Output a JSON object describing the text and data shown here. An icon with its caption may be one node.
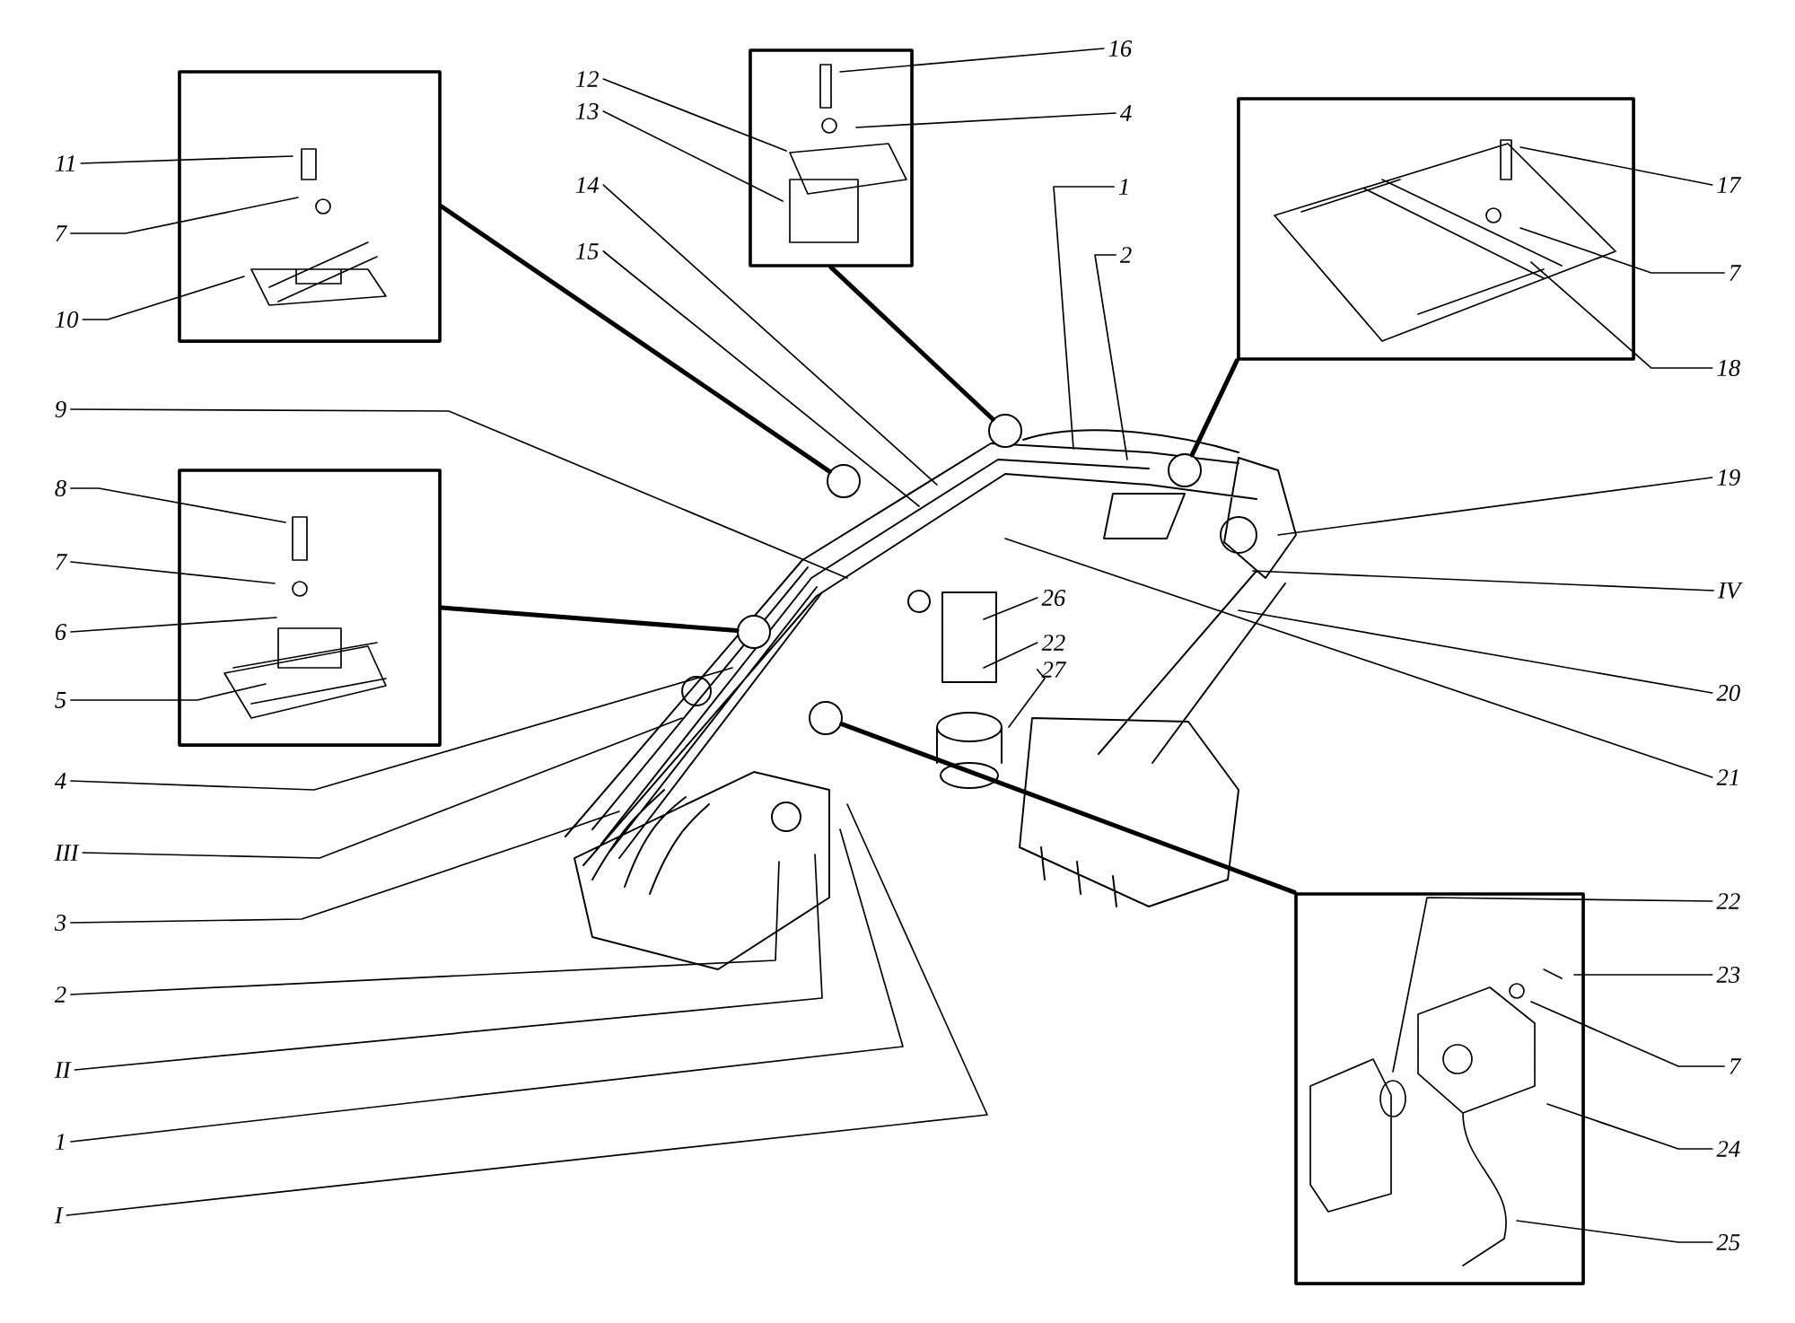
{
  "diagram": {
    "nodes": [
      {
        "text": [
          "11"
        ]
      },
      {
        "text": [
          "7"
        ]
      },
      {
        "text": [
          "10"
        ]
      },
      {
        "text": [
          "9"
        ]
      },
      {
        "text": [
          "8"
        ]
      },
      {
        "text": [
          "7"
        ]
      },
      {
        "text": [
          "6"
        ]
      },
      {
        "text": [
          "5"
        ]
      },
      {
        "text": [
          "4"
        ]
      },
      {
        "text": [
          "III"
        ]
      },
      {
        "text": [
          "3"
        ]
      },
      {
        "text": [
          "2"
        ]
      },
      {
        "text": [
          "II"
        ]
      },
      {
        "text": [
          "1"
        ]
      },
      {
        "text": [
          "I"
        ]
      },
      {
        "text": [
          "12"
        ]
      },
      {
        "text": [
          "13"
        ]
      },
      {
        "text": [
          "14"
        ]
      },
      {
        "text": [
          "15"
        ]
      },
      {
        "text": [
          "16"
        ]
      },
      {
        "text": [
          "4"
        ]
      },
      {
        "text": [
          "1"
        ]
      },
      {
        "text": [
          "2"
        ]
      },
      {
        "text": [
          "17"
        ]
      },
      {
        "text": [
          "7"
        ]
      },
      {
        "text": [
          "18"
        ]
      },
      {
        "text": [
          "19"
        ]
      },
      {
        "text": [
          "IV"
        ]
      },
      {
        "text": [
          "20"
        ]
      },
      {
        "text": [
          "21"
        ]
      },
      {
        "text": [
          "26"
        ]
      },
      {
        "text": [
          "22"
        ]
      },
      {
        "text": [
          "27"
        ]
      },
      {
        "text": [
          "22"
        ]
      },
      {
        "text": [
          "23"
        ]
      },
      {
        "text": [
          "7"
        ]
      },
      {
        "text": [
          "24"
        ]
      },
      {
        "text": [
          "25"
        ]
      },
      {
        "text": [],
        "shape": "box"
      },
      {
        "text": [],
        "shape": "box"
      },
      {
        "text": [],
        "shape": "box"
      },
      {
        "text": [],
        "shape": "box"
      },
      {
        "text": [],
        "shape": "box"
      },
      {
        "text": [],
        "shape": "circle"
      },
      {
        "text": [],
        "shape": "circle"
      },
      {
        "text": [],
        "shape": "circle"
      },
      {
        "text": [],
        "shape": "circle"
      },
      {
        "text": [],
        "shape": "circle"
      }
    ],
    "edges": [
      {
        "from": 0,
        "to": 38,
        "arrow": "none"
      },
      {
        "from": 1,
        "to": 38,
        "arrow": "none"
      },
      {
        "from": 2,
        "to": 38,
        "arrow": "none"
      },
      {
        "from": 3,
        "to": null,
        "arrow": "none"
      },
      {
        "from": 4,
        "to": 39,
        "arrow": "none"
      },
      {
        "from": 5,
        "to": 39,
        "arrow": "none"
      },
      {
        "from": 6,
        "to": 39,
        "arrow": "none"
      },
      {
        "from": 7,
        "to": 39,
        "arrow": "none"
      },
      {
        "from": 8,
        "to": null,
        "arrow": "none"
      },
      {
        "from": 9,
        "to": null,
        "arrow": "none"
      },
      {
        "from": 10,
        "to": null,
        "arrow": "none"
      },
      {
        "from": 11,
        "to": null,
        "arrow": "none"
      },
      {
        "from": 12,
        "to": null,
        "arrow": "none"
      },
      {
        "from": 13,
        "to": null,
        "arrow": "none"
      },
      {
        "from": 14,
        "to": null,
        "arrow": "none"
      },
      {
        "from": 15,
        "to": 40,
        "arrow": "none"
      },
      {
        "from": 16,
        "to": 40,
        "arrow": "none"
      },
      {
        "from": 17,
        "to": null,
        "arrow": "none"
      },
      {
        "from": 18,
        "to": null,
        "arrow": "none"
      },
      {
        "from": 19,
        "to": 40,
        "arrow": "none"
      },
      {
        "from": 20,
        "to": 40,
        "arrow": "none"
      },
      {
        "from": 21,
        "to": null,
        "arrow": "none"
      },
      {
        "from": 22,
        "to": null,
        "arrow": "none"
      },
      {
        "from": 23,
        "to": 41,
        "arrow": "none"
      },
      {
        "from": 24,
        "to": 41,
        "arrow": "none"
      },
      {
        "from": 25,
        "to": 41,
        "arrow": "none"
      },
      {
        "from": 26,
        "to": null,
        "arrow": "none"
      },
      {
        "from": 27,
        "to": null,
        "arrow": "none"
      },
      {
        "from": 28,
        "to": null,
        "arrow": "none"
      },
      {
        "from": 29,
        "to": null,
        "arrow": "none"
      },
      {
        "from": 30,
        "to": null,
        "arrow": "none"
      },
      {
        "from": 31,
        "to": null,
        "arrow": "none"
      },
      {
        "from": 32,
        "to": null,
        "arrow": "none"
      },
      {
        "from": 33,
        "to": 42,
        "arrow": "none"
      },
      {
        "from": 34,
        "to": 42,
        "arrow": "none"
      },
      {
        "from": 35,
        "to": 42,
        "arrow": "none"
      },
      {
        "from": 36,
        "to": 42,
        "arrow": "none"
      },
      {
        "from": 37,
        "to": 42,
        "arrow": "none"
      },
      {
        "from": 38,
        "to": 43,
        "arrow": "none",
        "style": "thick"
      },
      {
        "from": 39,
        "to": 44,
        "arrow": "none",
        "style": "thick"
      },
      {
        "from": 40,
        "to": 45,
        "arrow": "none",
        "style": "thick"
      },
      {
        "from": 41,
        "to": 46,
        "arrow": "none",
        "style": "thick"
      },
      {
        "from": 42,
        "to": 47,
        "arrow": "none",
        "style": "thick"
      }
    ]
  }
}
